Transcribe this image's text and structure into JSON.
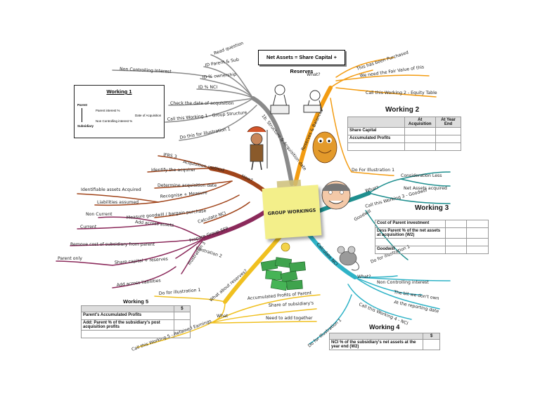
{
  "center": {
    "label": "GROUP WORKINGS"
  },
  "net_assets_box": "Net Assets = Share Capital + Reserves",
  "branches": {
    "top": {
      "label": "1b. Structure & Acquisition date",
      "items": [
        "Read question",
        "ID Parent & Sub",
        "ID % ownership",
        "ID % NCI",
        "Non Controlling Interest",
        "Check the date of acquisition",
        "Call this Working 1 - Group Structure",
        "Do this for illustration 1"
      ]
    },
    "reserves": {
      "label": "Reserves & Balances",
      "items": [
        "What?",
        "This has been Purchased",
        "We need the Fair Value of this",
        "Call this Working 2 - Equity Table",
        "Do For Illustration 1"
      ]
    },
    "how": {
      "label": "How?",
      "items": [
        "IFRS 3",
        "Acquisition method",
        "Identify the acquirer",
        "Determine acquisition date",
        "Recognise + Measure",
        "Identifiable assets Acquired",
        "Liabilities assumed",
        "Measure goodwill / bargain purchase",
        "Calculate NCI"
      ]
    },
    "goodwill": {
      "label": "Goodwill",
      "items": [
        "What?",
        "Consideration Less",
        "Net Assets acquired",
        "Call this Working 3 - Goodwill",
        "Do for illustration 1"
      ]
    },
    "cfs": {
      "label": "Prepare Group SFP",
      "items": [
        "Non Current",
        "Add across assets",
        "Current",
        "Remove cost of subsidiary from parent",
        "Share capital + reserves",
        "Parent only",
        "Illustration 2",
        "Illustration 3",
        "Add across liabilities"
      ]
    },
    "nci": {
      "label": "Calculate NCI",
      "items": [
        "What?",
        "Non Controlling interest",
        "The bit we don't own",
        "At the reporting date",
        "Call this Working 4 - NCI",
        "Do for Illustration 1"
      ]
    },
    "retained": {
      "label": "What about reserves?",
      "items": [
        "Do for illustration 1",
        "What",
        "Accumulated Profits of Parent",
        "Share of subsidiary's",
        "Need to add together",
        "Call this Working 5 - Retained Earnings"
      ]
    }
  },
  "working1": {
    "title": "Working 1",
    "parent": "Parent",
    "subsidiary": "Subsidiary",
    "parent_interest": "Parent interest %",
    "nci_interest": "Non Controlling interest %",
    "date_label": "Date of Acquisition"
  },
  "working2": {
    "title": "Working 2",
    "headers": [
      "",
      "At Acquisition",
      "At Year End"
    ],
    "rows": [
      [
        "Share Capital",
        "",
        ""
      ],
      [
        "Accumulated Profits",
        "",
        ""
      ],
      [
        "",
        "",
        ""
      ]
    ]
  },
  "working3": {
    "title": "Working 3",
    "rows": [
      [
        "Cost of Parent investment",
        "",
        ""
      ],
      [
        "Less Parent % of the net assets at acquisition (W2)",
        "",
        ""
      ],
      [
        "",
        "",
        ""
      ],
      [
        "Goodwill",
        "",
        ""
      ]
    ]
  },
  "working4": {
    "title": "Working 4",
    "headers": [
      "",
      "$"
    ],
    "rows": [
      [
        "NCI % of the subsidiary's net assets at the year end (W2)",
        ""
      ]
    ]
  },
  "working5": {
    "title": "Working 5",
    "headers": [
      "",
      "$"
    ],
    "rows": [
      [
        "Parent's Accumulated Profits",
        ""
      ],
      [
        "Add: Parent % of the subsidiary's post acquisition profits",
        ""
      ],
      [
        "",
        ""
      ]
    ]
  },
  "colors": {
    "top": "#8a8a8a",
    "reserves": "#f39c12",
    "how": "#a0441a",
    "goodwill": "#1f8f8f",
    "cfs": "#8b2a5b",
    "nci": "#2fb3c7",
    "retained": "#f0c020"
  }
}
